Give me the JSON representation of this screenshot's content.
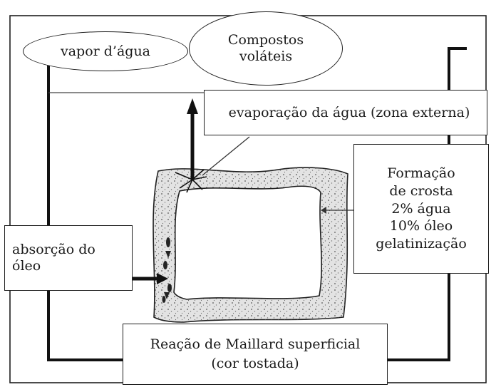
{
  "labels": {
    "vapor": "vapor d’água",
    "compostos": [
      "Compostos",
      "voláteis"
    ],
    "evaporacao": "evaporação da água (zona externa)",
    "crosta": [
      "Formação",
      "de crosta",
      "2% água",
      "10% óleo",
      "gelatinização"
    ],
    "absorcao": [
      "absorção do",
      "óleo"
    ],
    "maillard": [
      "Reação de Maillard superficial",
      "(cor tostada)"
    ]
  },
  "colors": {
    "stroke": "#1f1f1f",
    "crust": "#e3e3e3",
    "background": "#ffffff"
  }
}
